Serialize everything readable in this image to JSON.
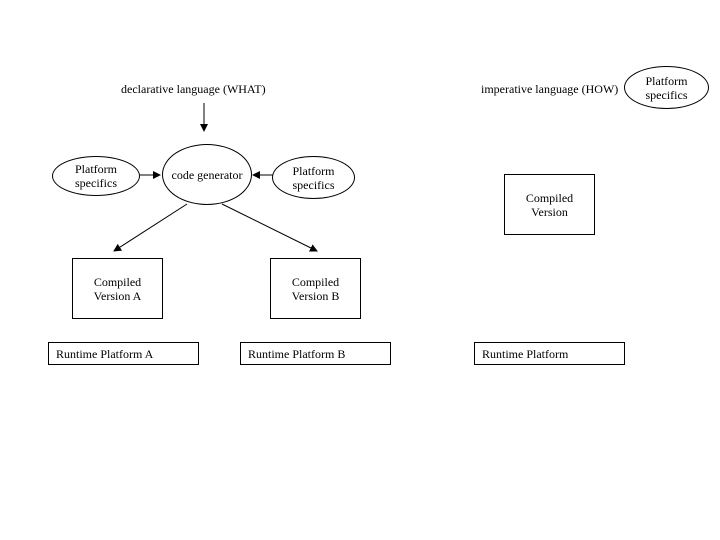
{
  "diagram": {
    "left": {
      "title": "declarative language (WHAT)",
      "platform_specifics_left": {
        "line1": "Platform",
        "line2": "specifics"
      },
      "code_generator": "code generator",
      "platform_specifics_right": {
        "line1": "Platform",
        "line2": "specifics"
      },
      "compiled_a": {
        "line1": "Compiled",
        "line2": "Version A"
      },
      "compiled_b": {
        "line1": "Compiled",
        "line2": "Version B"
      },
      "runtime_a": "Runtime Platform A",
      "runtime_b": "Runtime Platform B"
    },
    "right": {
      "title": "imperative language (HOW)",
      "platform_specifics": {
        "line1": "Platform",
        "line2": "specifics"
      },
      "compiled": {
        "line1": "Compiled",
        "line2": "Version"
      },
      "runtime": "Runtime Platform"
    }
  }
}
